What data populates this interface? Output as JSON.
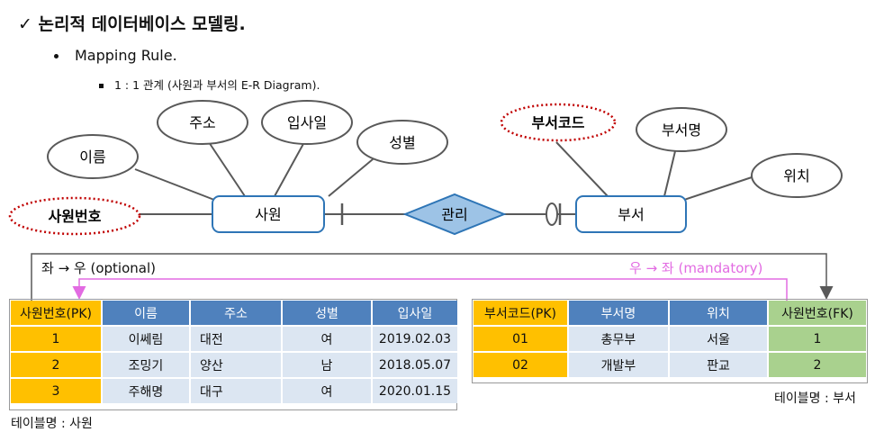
{
  "title": "✓ 논리적 데이터베이스 모델링.",
  "bullet1": "Mapping Rule.",
  "bullet2": "1 : 1 관계 (사원과 부서의 E-R Diagram).",
  "er": {
    "entity_left": "사원",
    "entity_right": "부서",
    "relationship": "관리",
    "attrs_left": [
      "이름",
      "주소",
      "입사일",
      "성별"
    ],
    "key_left": "사원번호",
    "attrs_right": [
      "부서명",
      "위치"
    ],
    "key_right": "부서코드"
  },
  "arrows": {
    "optional": "좌 → 우 (optional)",
    "mandatory": "우 → 좌 (mandatory)"
  },
  "colors": {
    "entity_border": "#2e75b6",
    "relationship_fill": "#9dc3e6",
    "key_dots": "#c00000",
    "mandatory_line": "#e26be2",
    "header_blue": "#4f81bd",
    "pk": "#ffc000",
    "fk": "#a9d18e",
    "row": "#dce6f2"
  },
  "table_emp": {
    "headers": [
      "사원번호(PK)",
      "이름",
      "주소",
      "성별",
      "입사일"
    ],
    "rows": [
      [
        "1",
        "이쎄림",
        "대전",
        "여",
        "2019.02.03"
      ],
      [
        "2",
        "조밍기",
        "양산",
        "남",
        "2018.05.07"
      ],
      [
        "3",
        "주해명",
        "대구",
        "여",
        "2020.01.15"
      ]
    ],
    "caption": "테이블명 : 사원"
  },
  "table_dept": {
    "headers": [
      "부서코드(PK)",
      "부서명",
      "위치",
      "사원번호(FK)"
    ],
    "rows": [
      [
        "01",
        "총무부",
        "서울",
        "1"
      ],
      [
        "02",
        "개발부",
        "판교",
        "2"
      ]
    ],
    "caption": "테이블명 : 부서"
  }
}
